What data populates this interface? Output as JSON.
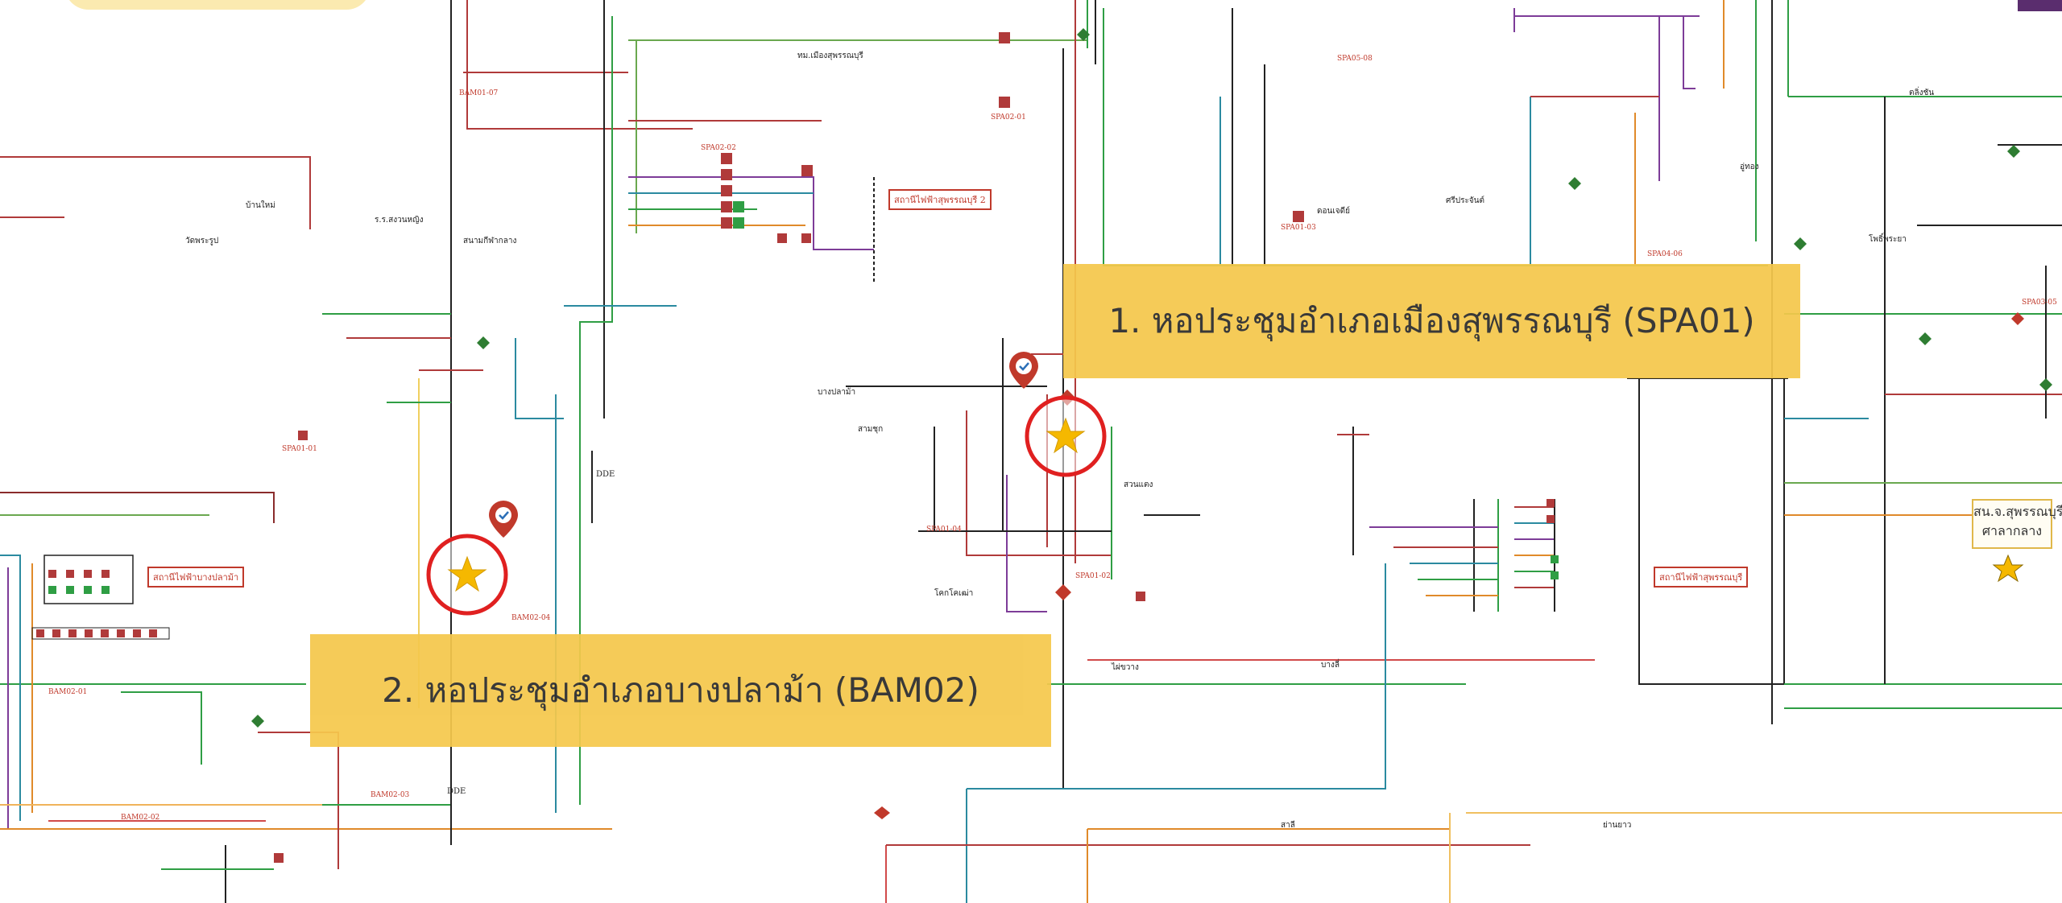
{
  "callouts": {
    "spa01": "1. หอประชุมอำเภอเมืองสุพรรณบุรี (SPA01)",
    "bam02": "2. หอประชุมอำเภอบางปลาม้า (BAM02)"
  },
  "station_labels": {
    "spa2": "สถานีไฟฟ้าสุพรรณบุรี 2",
    "bangplama": "สถานีไฟฟ้าบางปลาม้า",
    "spa": "สถานีไฟฟ้าสุพรรณบุรี"
  },
  "info_box": {
    "line1": "สน.จ.สุพรรณบุรี",
    "line2": "ศาลากลาง"
  },
  "diagram_labels": {
    "l1": "ทม.เมืองสุพรรณบุรี",
    "l2": "บ้านใหม่",
    "l3": "วัดพระรูป",
    "l4": "ร.ร.สงวนหญิง",
    "l5": "สนามกีฬากลาง",
    "l6": "บางปลาม้า",
    "l7": "สามชุก",
    "l8": "ดอนเจดีย์",
    "l9": "ศรีประจันต์",
    "l10": "อู่ทอง",
    "l11": "DDE",
    "l12": "DDE",
    "l13": "บางลี่",
    "l14": "ไผ่ขวาง",
    "l15": "โคกโคเฒ่า",
    "l16": "สวนแตง",
    "l17": "โพธิ์พระยา",
    "l18": "ตลิ่งชัน",
    "l19": "ย่านยาว",
    "l20": "สาลี"
  },
  "feeder_tags": {
    "t1": "SPA01-01",
    "t2": "SPA01-02",
    "t3": "SPA01-03",
    "t4": "SPA01-04",
    "t5": "BAM02-01",
    "t6": "BAM02-02",
    "t7": "BAM02-03",
    "t8": "BAM02-04",
    "t9": "SPA02-01",
    "t10": "SPA02-02",
    "t11": "SPA03-05",
    "t12": "SPA04-06",
    "t13": "BAM01-07",
    "t14": "SPA05-08"
  }
}
